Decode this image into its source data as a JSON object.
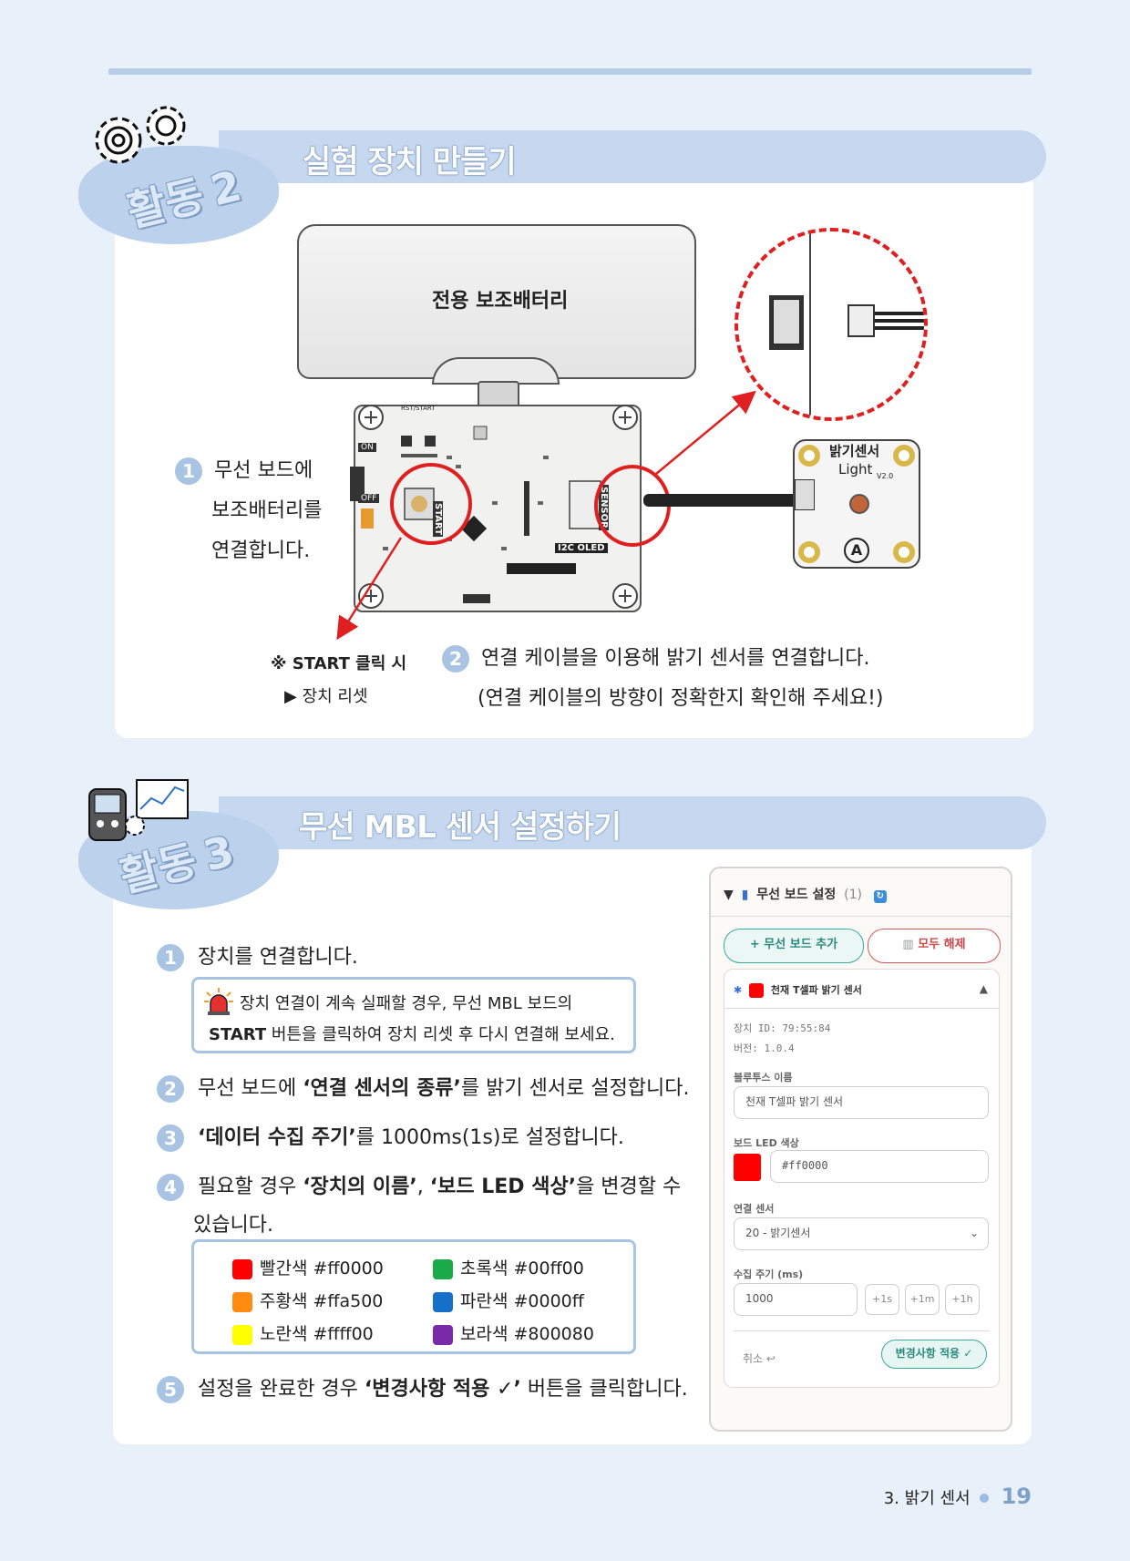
{
  "activity2": {
    "label": "활동",
    "number": "2",
    "title": "실험 장치 만들기",
    "battery_label": "전용 보조배터리",
    "step1_num": "1",
    "step1_lines": [
      "무선 보드에",
      "보조배터리를",
      "연결합니다."
    ],
    "start_note_1": "※ START 클릭 시",
    "start_note_2": "▶ 장치 리셋",
    "step2_num": "2",
    "step2_line1": "연결 케이블을 이용해 밝기 센서를 연결합니다.",
    "step2_line2": "(연결 케이블의 방향이 정확한지 확인해 주세요!)",
    "board_labels": {
      "on": "ON",
      "off": "OFF",
      "start": "START",
      "sensor": "SENSOR",
      "oled": "I2C OLED",
      "rst": "RST/START",
      "sensor_title": "밝기센서",
      "sensor_light": "Light",
      "sensor_ver": "V2.0",
      "sensor_mark": "A"
    }
  },
  "activity3": {
    "label": "활동",
    "number": "3",
    "title": "무선 MBL 센서 설정하기",
    "steps": [
      {
        "num": "1",
        "text": "장치를 연결합니다."
      },
      {
        "num": "2",
        "pre": "무선 보드에 ",
        "bold": "‘연결 센서의 종류’",
        "post": "를 밝기 센서로 설정합니다."
      },
      {
        "num": "3",
        "bold": "‘데이터 수집 주기’",
        "post": "를 1000ms(1s)로 설정합니다."
      },
      {
        "num": "4",
        "pre": "필요할 경우 ",
        "bold": "‘장치의 이름’",
        "mid": ", ",
        "bold2": "‘보드 LED 색상’",
        "post": "을 변경할 수",
        "line2": "있습니다."
      },
      {
        "num": "5",
        "pre": "설정을 완료한 경우 ",
        "bold": "‘변경사항 적용 ✓’",
        "post": " 버튼을 클릭합니다."
      }
    ],
    "warn_line1": "장치 연결이 계속 실패할 경우, 무선 MBL 보드의",
    "warn_bold": "START",
    "warn_line2": " 버튼을 클릭하여 장치 리셋 후 다시 연결해 보세요.",
    "colors": [
      {
        "name": "빨간색 #ff0000",
        "hex": "#ff0000"
      },
      {
        "name": "초록색 #00ff00",
        "hex": "#1aaa4a"
      },
      {
        "name": "주황색 #ffa500",
        "hex": "#ff8c10"
      },
      {
        "name": "파란색 #0000ff",
        "hex": "#1670c8"
      },
      {
        "name": "노란색 #ffff00",
        "hex": "#ffff00"
      },
      {
        "name": "보라색 #800080",
        "hex": "#7a2aa8"
      }
    ]
  },
  "ui_panel": {
    "header": "무선 보드 설정",
    "count": "(1)",
    "add_button": "+ 무선 보드 추가",
    "clear_button": "모두 해제",
    "device_name": "천재 T셀파 밝기 센서",
    "device_id": "장치 ID: 79:55:84",
    "version": "버전: 1.0.4",
    "bt_name_label": "블루투스 이름",
    "bt_name_value": "천재 T셀파 밝기 센서",
    "led_label": "보드 LED 색상",
    "led_value": "#ff0000",
    "led_color": "#ff0000",
    "sensor_label": "연결 센서",
    "sensor_value": "20 - 밝기센서",
    "period_label": "수집 주기 (ms)",
    "period_value": "1000",
    "plus_1s": "+1s",
    "plus_1m": "+1m",
    "plus_1h": "+1h",
    "cancel": "취소 ↩",
    "apply": "변경사항 적용 ✓"
  },
  "footer": {
    "chapter": "3. 밝기 센서",
    "page": "19"
  }
}
